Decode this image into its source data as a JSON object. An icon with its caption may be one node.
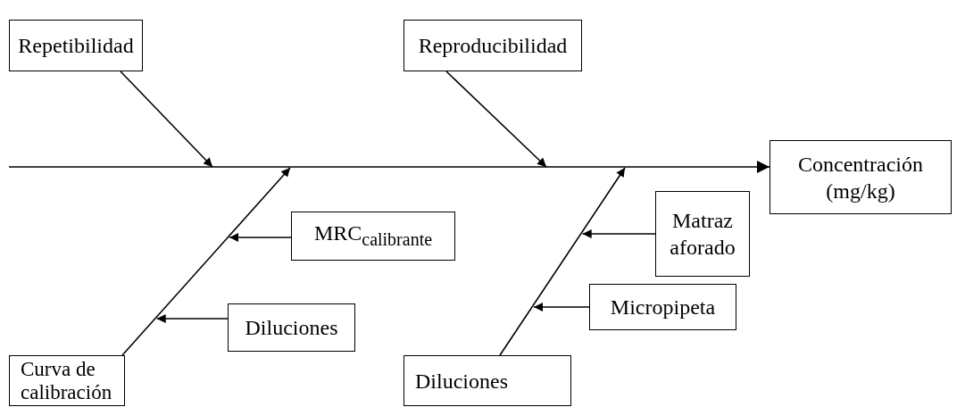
{
  "diagram": {
    "nodes": [
      {
        "text": [
          "Repetibilidad"
        ]
      },
      {
        "text": [
          "Reproducibilidad"
        ]
      },
      {
        "text": [
          "Concentración (mg/kg)"
        ]
      },
      {
        "text": [
          "MRC$_{calibrante}$"
        ]
      },
      {
        "text": [
          "Diluciones"
        ]
      },
      {
        "text": [
          "Curva de calibración"
        ]
      },
      {
        "text": [
          "Matraz aforado"
        ]
      },
      {
        "text": [
          "Micropipeta"
        ]
      },
      {
        "text": [
          "Diluciones"
        ]
      }
    ],
    "edges": [
      {
        "from": null,
        "to": 2,
        "arrow": "to"
      },
      {
        "from": 0,
        "to": null,
        "arrow": "to"
      },
      {
        "from": 1,
        "to": null,
        "arrow": "to"
      },
      {
        "from": 5,
        "to": null,
        "arrow": "to"
      },
      {
        "from": 3,
        "to": null,
        "arrow": "to"
      },
      {
        "from": 4,
        "to": null,
        "arrow": "to"
      },
      {
        "from": 8,
        "to": null,
        "arrow": "to"
      },
      {
        "from": 6,
        "to": null,
        "arrow": "to"
      },
      {
        "from": 7,
        "to": null,
        "arrow": "to"
      }
    ]
  }
}
